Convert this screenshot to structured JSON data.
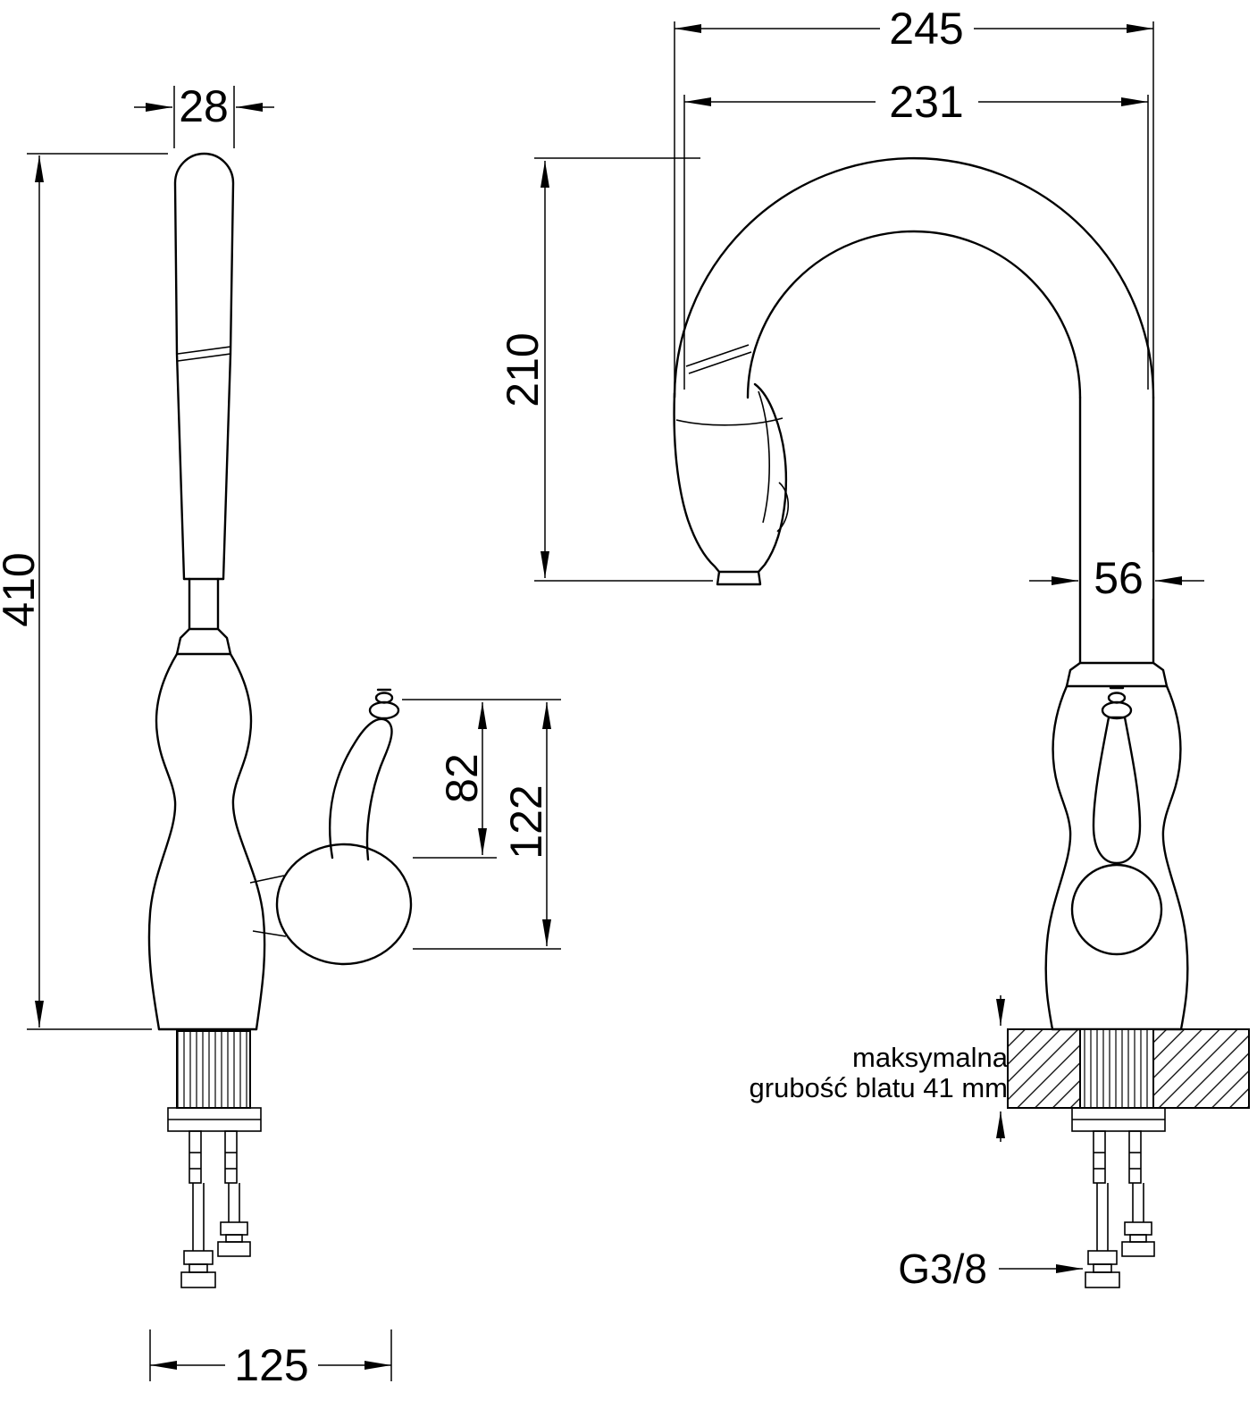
{
  "drawing": {
    "kind": "faucet technical dimension drawing",
    "line_color": "#000000",
    "background_color": "#ffffff"
  },
  "side_view": {
    "dims": {
      "top_width": "28",
      "total_height": "410",
      "handle_upper_height": "82",
      "handle_total_height": "122",
      "base_depth": "125"
    }
  },
  "front_view": {
    "dims": {
      "overall_depth": "245",
      "spout_reach": "231",
      "spout_clearance": "210",
      "column_width": "56"
    },
    "notes": {
      "counter_note_line1": "maksymalna",
      "counter_note_line2": "grubość blatu 41 mm",
      "thread_size": "G3/8"
    }
  }
}
